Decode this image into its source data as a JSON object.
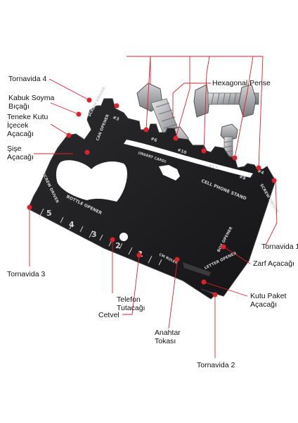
{
  "colors": {
    "callout": "#e0202c",
    "card": "#1c1c1e",
    "card_edge": "#3a3a3d",
    "bolt": "#a9abaf",
    "engraving": "#d0d0d0"
  },
  "labels": {
    "tornavida4": "Tornavida 4",
    "hexagonal_pense": "Hexagonal Pense",
    "kabuk_soyma": "Kabuk Soyma Bıçağı",
    "teneke": "Teneke Kutu İçecek Açacağı",
    "sise": "Şişe Açacağı",
    "tornavida1": "Tornavida 1",
    "zarf": "Zarf Açacağı",
    "tornavida3": "Tornavida 3",
    "kutu_paket": "Kutu Paket Açacağı",
    "telefon": "Telefon Tutacağı",
    "cetvel": "Cetvel",
    "anahtar": "Anahtar Tokası",
    "tornavida2": "Tornavida 2"
  },
  "engravings": {
    "screw_driver_top": "SCREW DRIVER",
    "can_opener": "CAN OPENER",
    "screw_driver_left": "SCREW DRIVER",
    "bottle_opener": "BOTTLE OPENER",
    "insert_card": "(INSERT CARD)",
    "cell_phone_stand": "CELL PHONE STAND",
    "screw_driver_right": "SCREW DRIVER",
    "box_opener": "BOX OPENER",
    "letter_opener": "LETTER OPENER",
    "cm_ruler": "CM RULER",
    "hex_3": "#3",
    "hex_6": "#6",
    "hex_10": "#10",
    "hex_12": "#12",
    "hex_8": "#8",
    "hex_4": "#4",
    "ruler_5": "5",
    "ruler_4": "4",
    "ruler_3": "3",
    "ruler_2": "2",
    "ruler_1": "1"
  }
}
